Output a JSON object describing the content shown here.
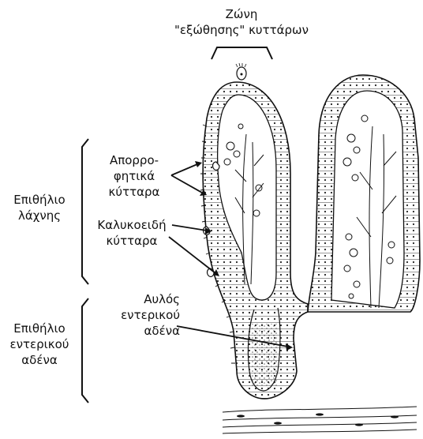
{
  "labels": {
    "zone": [
      "Ζώνη",
      "\"εξώθησης\" κυττάρων"
    ],
    "absorptive": [
      "Απορρο-",
      "φητικά",
      "κύτταρα"
    ],
    "villus_epithelium": [
      "Επιθήλιο",
      "λάχνης"
    ],
    "goblet": [
      "Καλυκοειδή",
      "κύτταρα"
    ],
    "gland_lumen": [
      "Αυλός",
      "εντερικού",
      "αδένα"
    ],
    "gland_epithelium": [
      "Επιθήλιο",
      "εντερικού",
      "αδένα"
    ]
  }
}
